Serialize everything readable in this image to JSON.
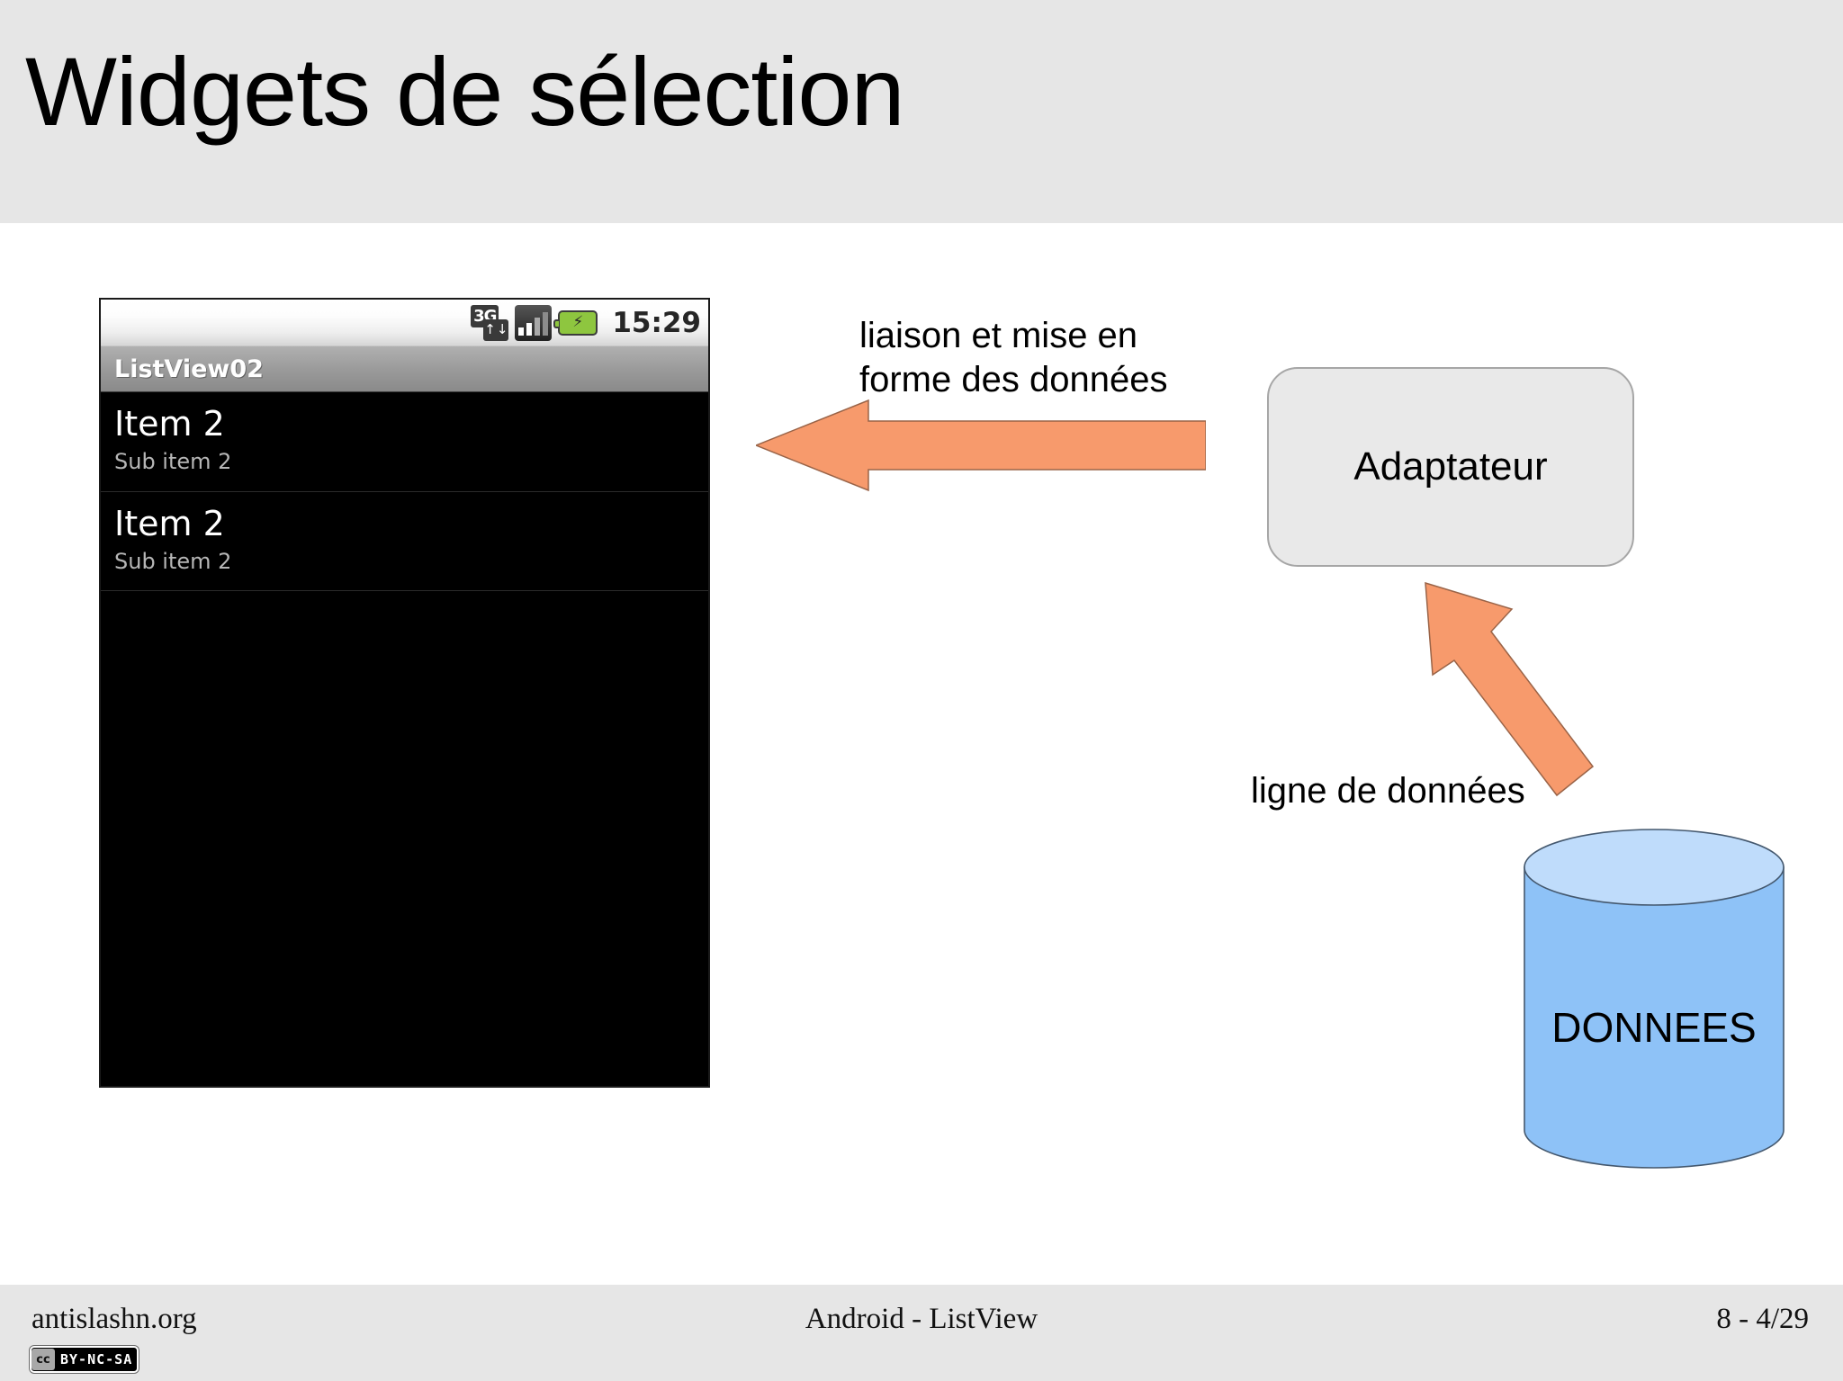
{
  "slide": {
    "title": "Widgets de sélection",
    "header_bg": "#e6e6e6",
    "background": "#ffffff",
    "accent_orange": "#f79a6c",
    "cylinder_blue": "#8ec2f7"
  },
  "phone": {
    "status_bar": {
      "network_label": "3G",
      "data_up_arrow": "↑",
      "data_down_arrow": "↓",
      "clock": "15:29",
      "icons": [
        "3g-data-icon",
        "signal-bars-icon",
        "battery-charging-icon"
      ]
    },
    "app_title": "ListView02",
    "list_items": [
      {
        "primary": "Item 2",
        "secondary": "Sub item 2"
      },
      {
        "primary": "Item 2",
        "secondary": "Sub item 2"
      }
    ]
  },
  "diagram": {
    "annotation_binding": "liaison et mise en\nforme des données",
    "annotation_data_row": "ligne de données",
    "adapter_label": "Adaptateur",
    "database_label": "DONNEES"
  },
  "footer": {
    "left": "antislashn.org",
    "center": "Android - ListView",
    "right": "8 - 4/29",
    "license_mark": "cc",
    "license_terms": "BY-NC-SA"
  }
}
